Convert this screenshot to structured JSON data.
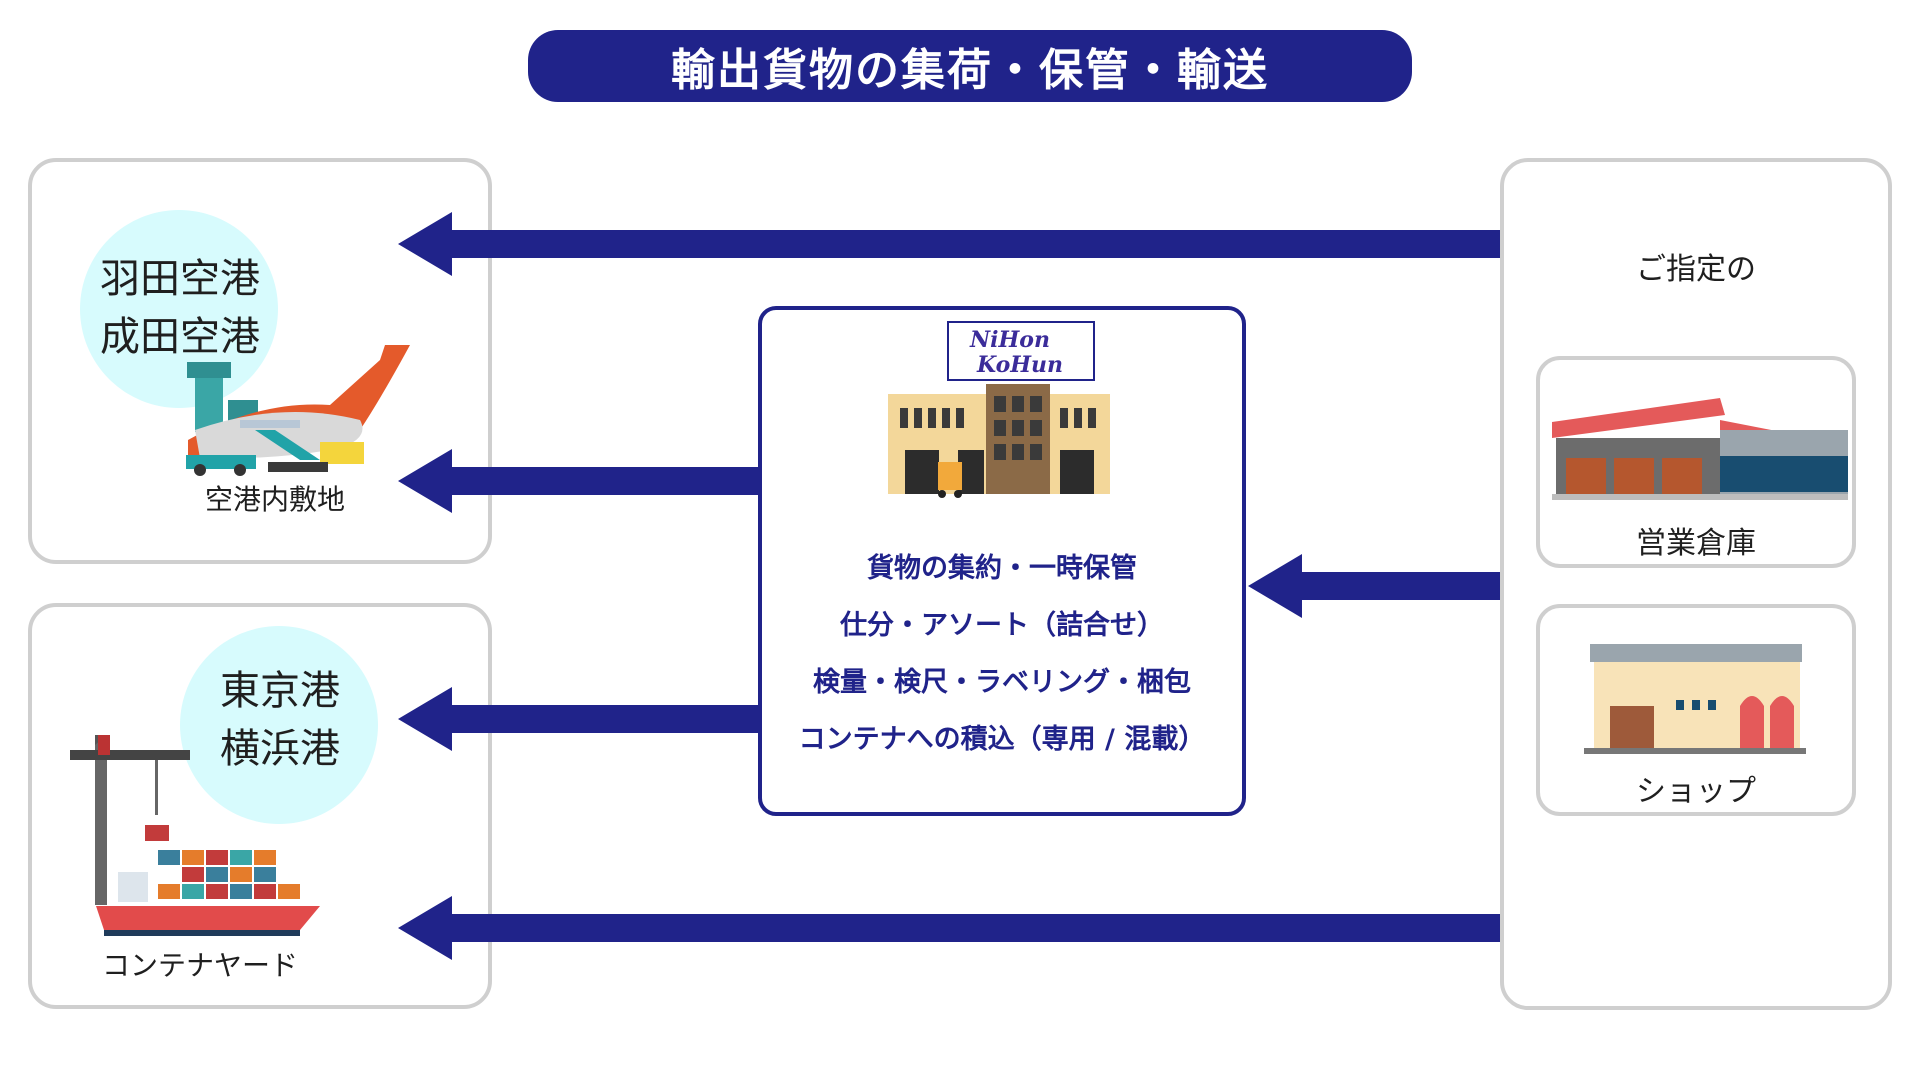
{
  "title": "輸出貨物の集荷・保管・輸送",
  "airport": {
    "name_1": "羽田空港",
    "name_2": "成田空港",
    "area_label": "空港内敷地"
  },
  "seaport": {
    "name_1": "東京港",
    "name_2": "横浜港",
    "area_label": "コンテナヤード"
  },
  "center": {
    "logo_text_1": "NiHon",
    "logo_text_2": "KoHun",
    "operations": [
      "貨物の集約・一時保管",
      "仕分・アソート（詰合せ）",
      "検量・検尺・ラベリング・梱包",
      "コンテナへの積込（専用 / 混載）"
    ]
  },
  "origin": {
    "heading": "ご指定の",
    "warehouse_label": "営業倉庫",
    "shop_label": "ショップ"
  },
  "colors": {
    "navy": "#20238a",
    "panel_border": "#cfcfcf",
    "bubble": "#d7fbfd"
  }
}
